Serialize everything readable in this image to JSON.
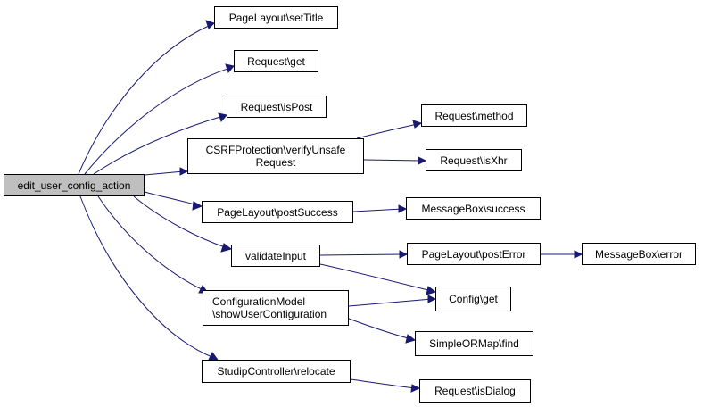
{
  "root": {
    "label": "edit_user_config_action"
  },
  "nodes": {
    "set_title": {
      "label": "PageLayout\\setTitle"
    },
    "req_get": {
      "label": "Request\\get"
    },
    "req_ispost": {
      "label": "Request\\isPost"
    },
    "csrf": {
      "label1": "CSRFProtection\\verifyUnsafe",
      "label2": "Request"
    },
    "req_method": {
      "label": "Request\\method"
    },
    "req_isxhr": {
      "label": "Request\\isXhr"
    },
    "post_success": {
      "label": "PageLayout\\postSuccess"
    },
    "mb_success": {
      "label": "MessageBox\\success"
    },
    "validate": {
      "label": "validateInput"
    },
    "post_error": {
      "label": "PageLayout\\postError"
    },
    "mb_error": {
      "label": "MessageBox\\error"
    },
    "config_get": {
      "label": "Config\\get"
    },
    "config_model": {
      "label1": "ConfigurationModel",
      "label2": "\\showUserConfiguration"
    },
    "orm_find": {
      "label": "SimpleORMap\\find"
    },
    "relocate": {
      "label": "StudipController\\relocate"
    },
    "req_isdialog": {
      "label": "Request\\isDialog"
    }
  },
  "colors": {
    "edge": "#191970",
    "root_fill": "#bfbfbf",
    "node_fill": "#ffffff",
    "border": "#000000"
  }
}
